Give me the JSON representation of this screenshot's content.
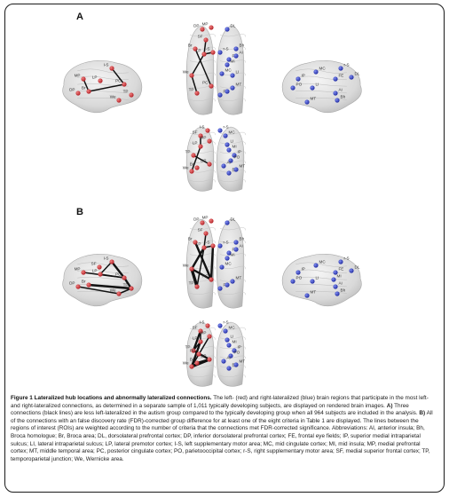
{
  "figure": {
    "panels": [
      {
        "letter": "A",
        "views": {
          "left_lateral": [
            "I-S",
            "MP",
            "LP",
            "PC",
            "DP",
            "Br",
            "TP",
            "We"
          ],
          "top": [
            "DP",
            "MP",
            "DL",
            "SF",
            "Br",
            "LP",
            "I-S",
            "r-S",
            "Bh",
            "FE",
            "MI",
            "LI",
            "MC",
            "We",
            "PC",
            "TP",
            "PO",
            "IP",
            "MT",
            "Ai"
          ],
          "right_lateral": [
            "r-S",
            "MC",
            "DL",
            "FE",
            "IP",
            "PO",
            "LI",
            "Ai",
            "MT",
            "Bh"
          ],
          "posterior": [
            "I-S",
            "r-S",
            "MC",
            "SF",
            "MP",
            "LP",
            "LI",
            "TP",
            "MI",
            "IP",
            "DP",
            "PO",
            "Ai",
            "Br",
            "We",
            "Bh",
            "MT"
          ]
        }
      },
      {
        "letter": "B",
        "views": {
          "left_lateral": [
            "I-S",
            "LP",
            "SF",
            "MP",
            "PC",
            "TP",
            "Br",
            "DP",
            "We"
          ],
          "top": [
            "MP",
            "DP",
            "DL",
            "SF",
            "Br",
            "I-S",
            "LP",
            "r-S",
            "FE",
            "Bh",
            "We",
            "PC",
            "MI",
            "MC",
            "TP",
            "PO",
            "IP",
            "MT",
            "Ai"
          ],
          "right_lateral": [
            "r-S",
            "MC",
            "DL",
            "IP",
            "FE",
            "PO",
            "LI",
            "MI",
            "Ai",
            "MT",
            "Bh"
          ],
          "posterior": [
            "I-S",
            "r-S",
            "MC",
            "SF",
            "MP",
            "LP",
            "LI",
            "TP",
            "MI",
            "IP",
            "PC",
            "DP",
            "PO",
            "Ai",
            "Br",
            "We",
            "Bh",
            "MT"
          ]
        }
      }
    ],
    "colors": {
      "left_nodes": "#c0282e",
      "right_nodes": "#2b3bb0",
      "connection": "#111111",
      "brain": "#dcdcdc"
    }
  },
  "caption": {
    "title": "Figure 1 Lateralized hub locations and abnormally lateralized connections.",
    "intro": " The left- (red) and right-lateralized (blue) brain regions that participate in the most left- and right-lateralized connections, as determined in a separate sample of 1,011 typically developing subjects, are displayed on rendered brain images. ",
    "a_label": "A)",
    "a_text": " Three connections (black lines) are less left-lateralized in the autism group compared to the typically developing group when all 964 subjects are included in the analysis. ",
    "b_label": "B)",
    "b_text": " All of the connections with an false discovery rate (FDR)-corrected group difference for at least one of the eight criteria in Table 1 are displayed. The lines between the regions of interest (ROIs) are weighted according to the number of criteria that the connections met FDR-corrected significance. Abbreviations: AI, anterior insula; Bh, Broca homologue; Br, Broca area; DL, dorsolateral prefrontal cortex; DP, inferior dorsolateral prefrontal cortex; FE, frontal eye fields; IP, superior medial intraparietal sulcus; LI, lateral intraparietal sulcus; LP, lateral premotor cortex; I-S, left supplementary motor area; MC, mid cingulate cortex; MI, mid insula; MP, medial prefrontal cortex; MT, middle temporal area; PC, posterior cingulate cortex; PO, parietooccipital cortex; r-S, right supplementary motor area; SF, medial superior frontal cortex; TP, temporoparietal junction; We, Wernicke area."
  }
}
